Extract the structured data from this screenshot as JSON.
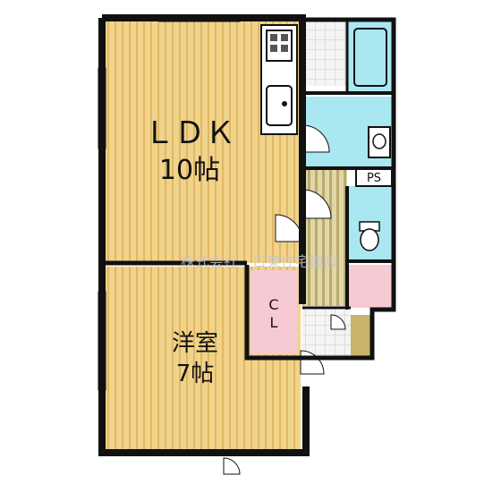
{
  "rooms": {
    "ldk": {
      "name": "ＬＤＫ",
      "size": "10帖"
    },
    "western": {
      "name": "洋室",
      "size": "7帖"
    },
    "closet": {
      "line1": "C",
      "line2": "L"
    },
    "ps": {
      "label": "PS"
    }
  },
  "watermark": "株式会社　日東住宅建設",
  "colors": {
    "wall": "#111111",
    "floor_wood": "#f1d38a",
    "floor_stripe": "#e0b765",
    "wet_area": "#a9e7f1",
    "closet": "#f7c9d2",
    "tile": "#ececec",
    "hallway": "#e1d7a6",
    "entrance_step": "#c9b36a"
  },
  "icons": [
    "stove-icon",
    "sink-icon",
    "bathtub-icon",
    "washbasin-icon",
    "toilet-icon",
    "door-icon"
  ]
}
